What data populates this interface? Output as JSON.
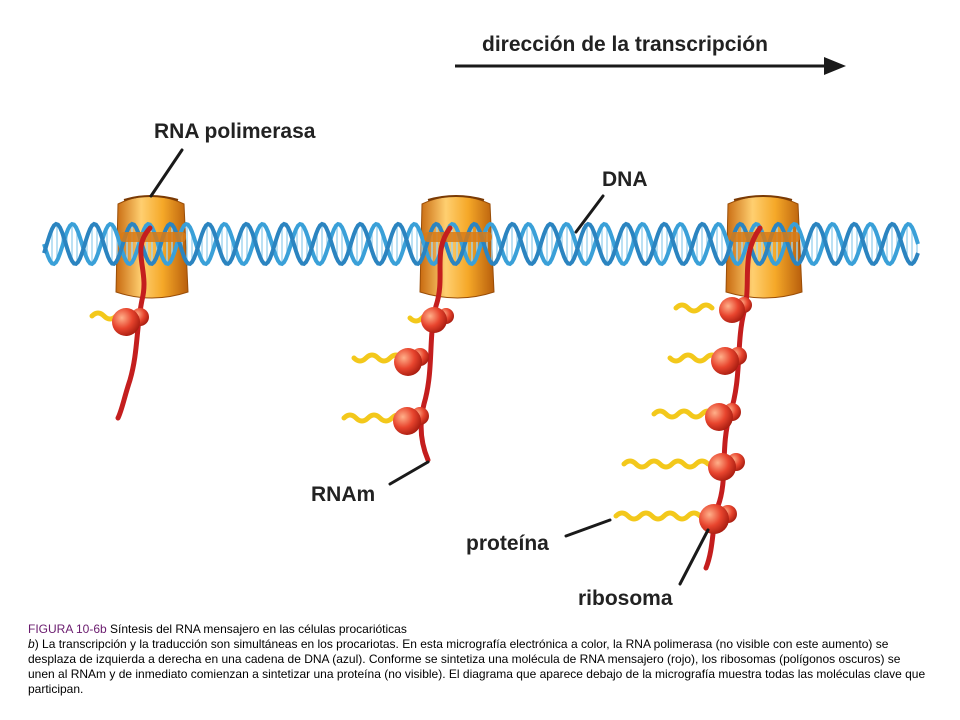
{
  "labels": {
    "direction": "dirección de la transcripción",
    "polymerase": "RNA polimerasa",
    "dna": "DNA",
    "mrna": "RNAm",
    "protein": "proteína",
    "ribosome": "ribosoma"
  },
  "caption": {
    "figure_id": "FIGURA 10-6b",
    "title": "Síntesis del RNA mensajero en las células procarióticas",
    "part_letter": "b",
    "body": ") La transcripción y la traducción son simultáneas en los procariotas. En esta micrografía electrónica a color, la RNA polimerasa (no visible con este aumento) se desplaza de izquierda a derecha en una cadena de DNA (azul). Conforme se sintetiza una molécula de RNA mensajero (rojo), los ribosomas (polígonos oscuros) se unen al RNAm y de inmediato comienzan a sintetizar una proteína (no visible). El diagrama que aparece debajo de la micrografía muestra todas las moléculas clave que participan."
  },
  "colors": {
    "dna": "#3aa0d8",
    "polymerase": "#f0a020",
    "mrna": "#c41e1e",
    "ribosome": "#e8452e",
    "protein": "#f3c81b",
    "arrow": "#1a1a1a"
  }
}
